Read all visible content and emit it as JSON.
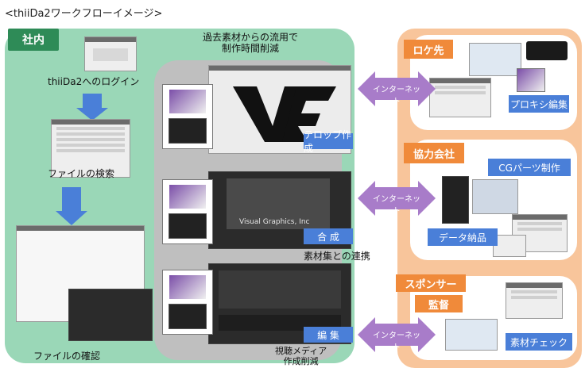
{
  "title": "<thiiDa2ワークフローイメージ>",
  "left": {
    "label": "社内",
    "login_text": "thiiDa2へのログイン",
    "search_text": "ファイルの検索",
    "confirm_text": "ファイルの確認"
  },
  "center": {
    "header": "過去素材からの流用で\n制作時間削減",
    "steps": [
      {
        "label": "テロップ作成"
      },
      {
        "label": "合 成"
      },
      {
        "label": "編 集"
      }
    ],
    "material_text": "素材集との連携",
    "viewer_text": "視聴メディア\n作成削減",
    "compose_image_text": "Visual Graphics, Inc"
  },
  "right": {
    "sections": [
      {
        "label": "ロケ先",
        "connection": "インターネット",
        "sub": "プロキシ編集"
      },
      {
        "label": "協力会社",
        "connection": "インターネット",
        "sub1": "CGパーツ制作",
        "sub2": "データ納品"
      },
      {
        "label": "スポンサー",
        "label2": "監督",
        "connection": "インターネット",
        "sub": "素材チェック"
      }
    ]
  },
  "colors": {
    "green": "#9ad7b7",
    "green_label": "#2e8b57",
    "orange_panel": "#f8c59b",
    "orange_label": "#f08a3a",
    "blue_label": "#4a7fd8",
    "purple_arrow": "#a87cc9",
    "center_gray": "#bfbfbf"
  }
}
